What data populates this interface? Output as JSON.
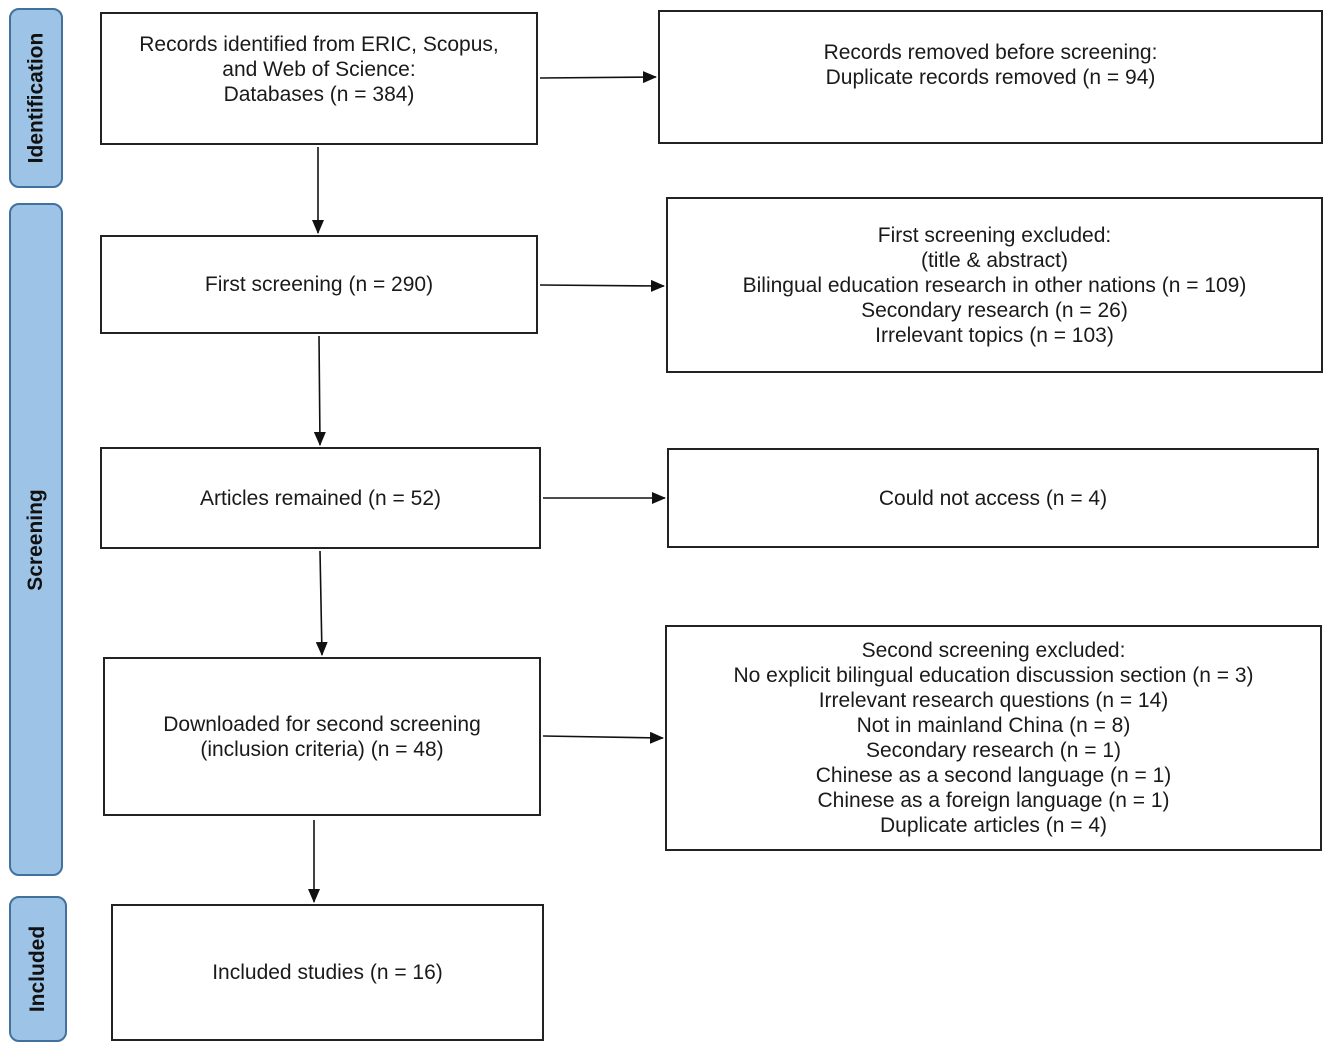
{
  "phases": {
    "identification": "Identification",
    "screening": "Screening",
    "included": "Included"
  },
  "boxes": {
    "records_identified": [
      "Records identified from ERIC, Scopus,",
      "and Web of Science:",
      "Databases (n = 384)"
    ],
    "records_removed": [
      "Records removed before screening:",
      "Duplicate records removed  (n = 94)"
    ],
    "first_screening": [
      "First screening (n = 290)"
    ],
    "first_excluded": [
      "First screening excluded:",
      "(title & abstract)",
      "Bilingual education research in other nations (n = 109)",
      "Secondary research (n = 26)",
      "Irrelevant topics (n = 103)"
    ],
    "articles_remained": [
      "Articles remained (n = 52)"
    ],
    "could_not_access": [
      "Could not access (n = 4)"
    ],
    "downloaded_second": [
      "Downloaded for second screening",
      "(inclusion criteria) (n = 48)"
    ],
    "second_excluded": [
      "Second screening excluded:",
      "No explicit bilingual education discussion section (n = 3)",
      "Irrelevant research questions (n = 14)",
      "Not in mainland China (n = 8)",
      "Secondary research (n = 1)",
      "Chinese as a second language (n = 1)",
      "Chinese as a foreign language (n = 1)",
      "Duplicate articles (n = 4)"
    ],
    "included_studies": [
      "Included studies (n = 16)"
    ]
  }
}
